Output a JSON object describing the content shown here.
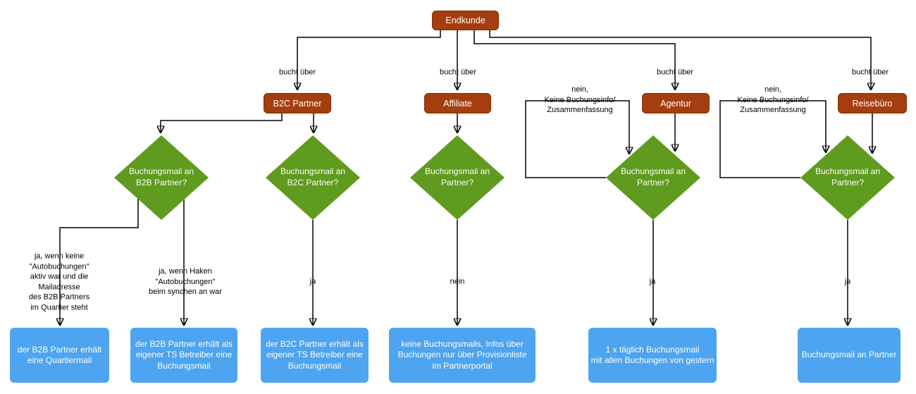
{
  "colors": {
    "channel": "#A63D0E",
    "channel_border": "#7E2F07",
    "decision": "#5F9B1E",
    "outcome": "#4DA4F0",
    "line": "#000000"
  },
  "nodes": {
    "endkunde": {
      "label": "Endkunde"
    },
    "b2c_partner": {
      "label": "B2C Partner"
    },
    "affiliate": {
      "label": "Affiliate"
    },
    "agentur": {
      "label": "Agentur"
    },
    "reisebuero": {
      "label": "Reisebüro"
    },
    "decision_b2b": {
      "label": "Buchungsmail an\nB2B Partner?"
    },
    "decision_b2c": {
      "label": "Buchungsmail an\nB2C Partner?"
    },
    "decision_affiliate": {
      "label": "Buchungsmail an\nPartner?"
    },
    "decision_agentur": {
      "label": "Buchungsmail an\nPartner?"
    },
    "decision_reisebuero": {
      "label": "Buchungsmail an\nPartner?"
    },
    "outcome_quartiermail": {
      "label": "der B2B Partner erhält\neine Quartiermail"
    },
    "outcome_b2b_ts": {
      "label": "der B2B Partner erhält als\neigener TS Betreiber eine\nBuchungsmail"
    },
    "outcome_b2c_ts": {
      "label": "der B2C Partner erhält als\neigener TS Betreiber eine\nBuchungsmail"
    },
    "outcome_provisionsliste": {
      "label": "keine Buchungsmails, Infos über\nBuchungen nur über Provisionliste\nim Partnerportal"
    },
    "outcome_taeglich": {
      "label": "1 x täglich Buchungsmail\nmit allen Buchungen von gestern"
    },
    "outcome_partner": {
      "label": "Buchungsmail an Partner"
    }
  },
  "edge_labels": {
    "bucht_ueber_b2c": "bucht über",
    "bucht_ueber_affiliate": "bucht über",
    "bucht_ueber_agentur": "bucht über",
    "bucht_ueber_reisebuero": "bucht über",
    "nein_loop_agentur": "nein,\nKeine Buchungsinfo/\nZusammenfassung",
    "nein_loop_reisebuero": "nein,\nKeine Buchungsinfo/\nZusammenfassung",
    "ja_b2b_quartier": "ja, wenn keine\n\"Autobuchungen\"\naktiv war und die\nMailadresse\ndes B2B Partners\nim Quartier  steht",
    "ja_b2b_haken": "ja, wenn Haken\n\"Autobuchungen\"\nbeim synchen an war",
    "ja_b2c": "ja",
    "nein_affiliate": "nein",
    "ja_agentur": "ja",
    "ja_reisebuero": "ja"
  }
}
